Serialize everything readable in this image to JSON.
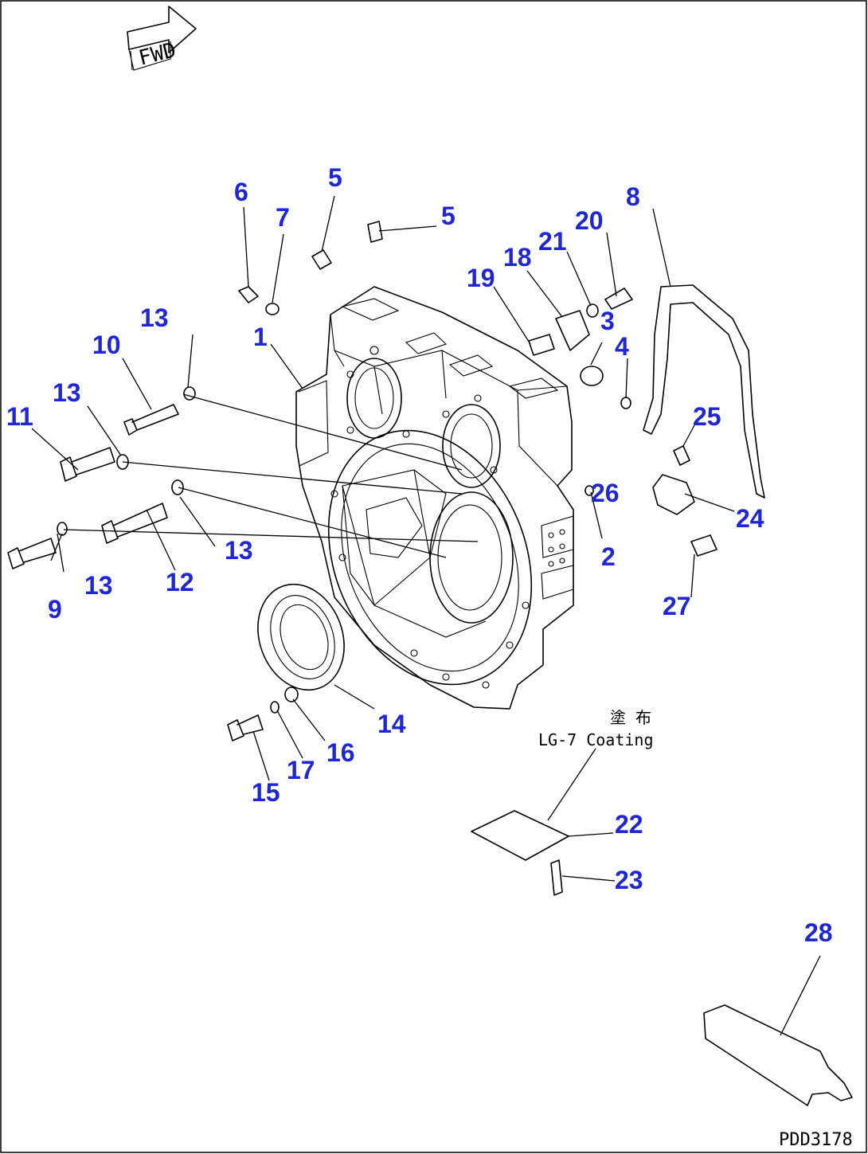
{
  "diagram": {
    "direction_marker": "FWD",
    "drawing_code": "PDD3178",
    "coating_note": {
      "jp": "塗 布",
      "en": "LG-7 Coating"
    },
    "callouts": [
      {
        "id": "c1",
        "label": "1"
      },
      {
        "id": "c2",
        "label": "2"
      },
      {
        "id": "c3",
        "label": "3"
      },
      {
        "id": "c4",
        "label": "4"
      },
      {
        "id": "c5a",
        "label": "5"
      },
      {
        "id": "c5b",
        "label": "5"
      },
      {
        "id": "c6",
        "label": "6"
      },
      {
        "id": "c7",
        "label": "7"
      },
      {
        "id": "c8",
        "label": "8"
      },
      {
        "id": "c9",
        "label": "9"
      },
      {
        "id": "c10",
        "label": "10"
      },
      {
        "id": "c11",
        "label": "11"
      },
      {
        "id": "c12",
        "label": "12"
      },
      {
        "id": "c13a",
        "label": "13"
      },
      {
        "id": "c13b",
        "label": "13"
      },
      {
        "id": "c13c",
        "label": "13"
      },
      {
        "id": "c13d",
        "label": "13"
      },
      {
        "id": "c14",
        "label": "14"
      },
      {
        "id": "c15",
        "label": "15"
      },
      {
        "id": "c16",
        "label": "16"
      },
      {
        "id": "c17",
        "label": "17"
      },
      {
        "id": "c18",
        "label": "18"
      },
      {
        "id": "c19",
        "label": "19"
      },
      {
        "id": "c20",
        "label": "20"
      },
      {
        "id": "c21",
        "label": "21"
      },
      {
        "id": "c22",
        "label": "22"
      },
      {
        "id": "c23",
        "label": "23"
      },
      {
        "id": "c24",
        "label": "24"
      },
      {
        "id": "c25",
        "label": "25"
      },
      {
        "id": "c26",
        "label": "26"
      },
      {
        "id": "c27",
        "label": "27"
      },
      {
        "id": "c28",
        "label": "28"
      }
    ]
  }
}
